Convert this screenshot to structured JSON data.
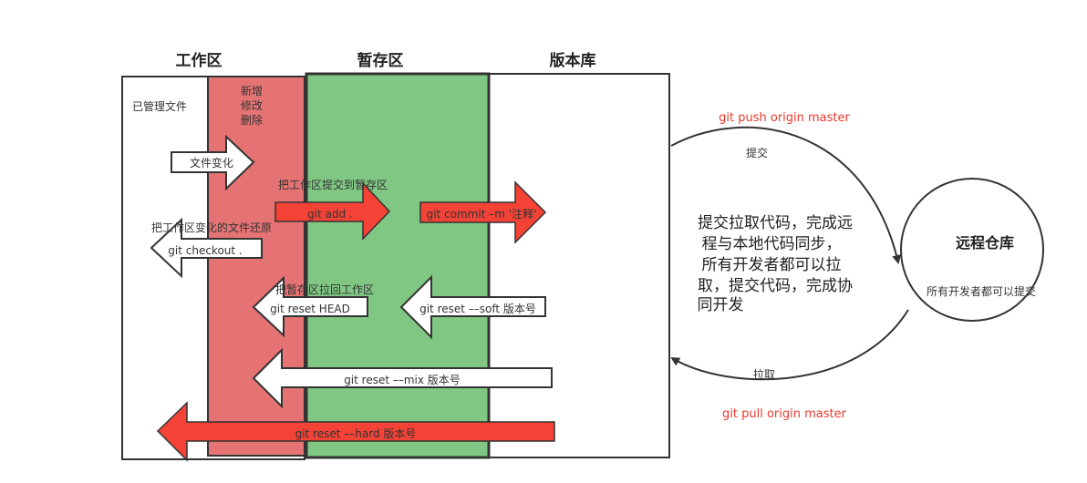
{
  "areas": {
    "working": "工作区",
    "staging": "暂存区",
    "repository": "版本库"
  },
  "labels": {
    "managed_files": "已管理文件",
    "changes": [
      "新增",
      "修改",
      "删除"
    ],
    "add_desc": "把工作区提交到暂存区",
    "checkout_desc": "把工作区变化的文件还原",
    "reset_head_desc": "把暂存区拉回工作区"
  },
  "arrows": {
    "file_change": "文件变化",
    "git_add": "git add .",
    "git_commit": "git commit –m '注释'",
    "git_checkout": "git checkout .",
    "git_reset_head": "git reset HEAD",
    "git_reset_soft": "git reset ––soft 版本号",
    "git_reset_mix": "git reset ––mix 版本号",
    "git_reset_hard": "git reset ––hard 版本号"
  },
  "remote": {
    "title": "远程仓库",
    "subtitle": "所有开发者都可以提交",
    "push_cmd": "git push origin master",
    "push_label": "提交",
    "pull_cmd": "git pull origin master",
    "pull_label": "拉取",
    "description": [
      "提交拉取代码，完成远",
      "程与本地代码同步，",
      "所有开发者都可以拉",
      "取，提交代码，完成协",
      "同开发"
    ]
  },
  "colors": {
    "working_change": "#e57373",
    "staging": "#80c783",
    "arrow_red": "#f44336",
    "command_red": "#e8392b"
  }
}
